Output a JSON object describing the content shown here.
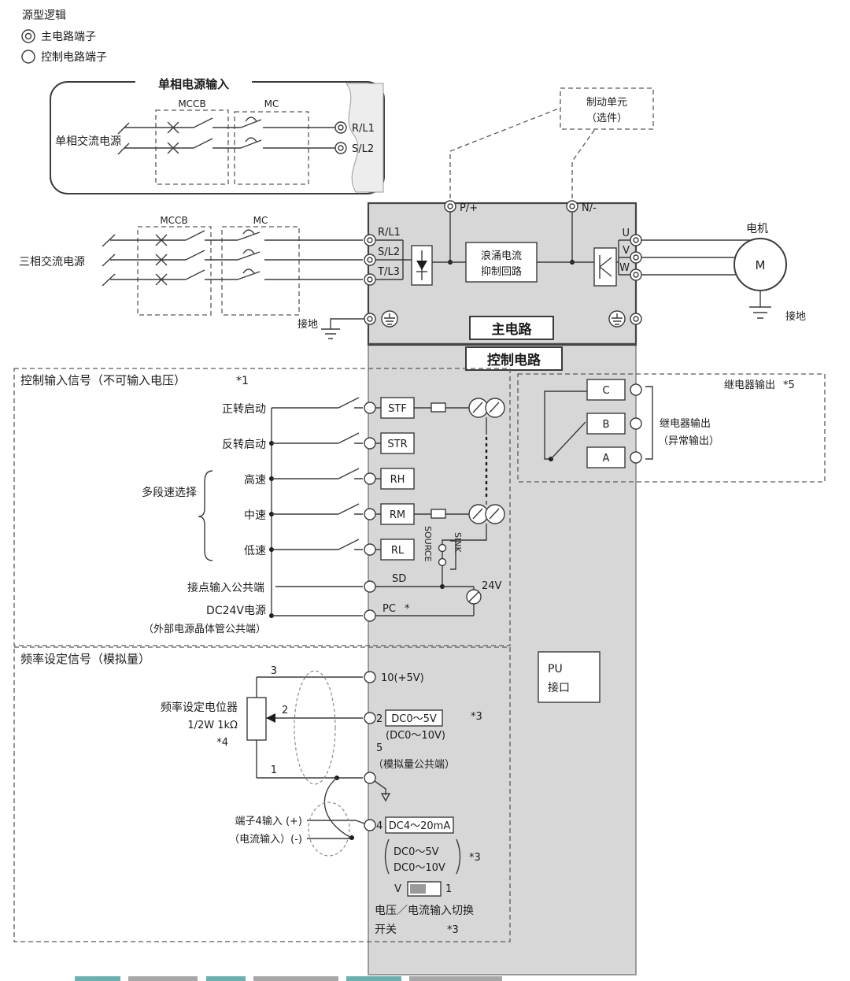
{
  "colors": {
    "inverter_body": "#d7d7d7",
    "line": "#3b3b3b"
  },
  "legend": {
    "title": "源型逻辑",
    "main_terminal": "主电路端子",
    "control_terminal": "控制电路端子"
  },
  "single_phase": {
    "title": "单相电源输入",
    "mccb": "MCCB",
    "mc": "MC",
    "source": "单相交流电源",
    "r_l1": "R/L1",
    "s_l2": "S/L2"
  },
  "brake_unit": {
    "line1": "制动单元",
    "line2": "（选件）"
  },
  "main_circuit": {
    "p_plus": "P/+",
    "n_minus": "N/-",
    "mccb": "MCCB",
    "mc": "MC",
    "three_phase_source": "三相交流电源",
    "r_l1": "R/L1",
    "s_l2": "S/L2",
    "t_l3": "T/L3",
    "surge_line1": "浪涌电流",
    "surge_line2": "抑制回路",
    "u": "U",
    "v": "V",
    "w": "W",
    "motor_label": "电机",
    "motor_m": "M",
    "ground_left": "接地",
    "ground_right": "接地",
    "main_label": "主电路",
    "control_label": "控制电路"
  },
  "control_input": {
    "title": "控制输入信号（不可输入电压）",
    "note": "*1",
    "forward": "正转启动",
    "reverse": "反转启动",
    "multi_speed": "多段速选择",
    "high": "高速",
    "mid": "中速",
    "low": "低速",
    "stf": "STF",
    "str": "STR",
    "rh": "RH",
    "rm": "RM",
    "rl": "RL",
    "sd": "SD",
    "contact_common": "接点输入公共端",
    "dc24v": "DC24V电源",
    "ext_common": "（外部电源晶体管公共端）",
    "pc": "PC",
    "pc_note": "*",
    "source_logic": "SOURCE",
    "sink_logic": "SINK",
    "v24": "24V"
  },
  "relay_output": {
    "title": "继电器输出",
    "note": "*5",
    "c": "C",
    "b": "B",
    "a": "A",
    "desc_line1": "继电器输出",
    "desc_line2": "（异常输出）"
  },
  "frequency": {
    "title": "频率设定信号（模拟量）",
    "t3": "3",
    "t2": "2",
    "t1": "1",
    "t10": "10(+5V)",
    "pot_label": "频率设定电位器",
    "pot_spec": "1/2W 1kΩ",
    "note4": "*4",
    "term2": "2",
    "range2_boxed": "DC0～5V",
    "range2_alt": "(DC0～10V)",
    "note3a": "*3",
    "term5": "5",
    "analog_common": "（模拟量公共端）",
    "term4_plus": "端子4输入 (+)",
    "term4_minus": "（电流输入）(-)",
    "term4": "4",
    "range4_boxed": "DC4～20mA",
    "range4_alt1": "DC0～5V",
    "range4_alt2": "DC0～10V",
    "note3b": "*3",
    "v_label": "V",
    "i_label": "1",
    "switch_line1": "电压／电流输入切换",
    "switch_line2": "开关",
    "note3c": "*3"
  },
  "pu": {
    "line1": "PU",
    "line2": "接口"
  }
}
